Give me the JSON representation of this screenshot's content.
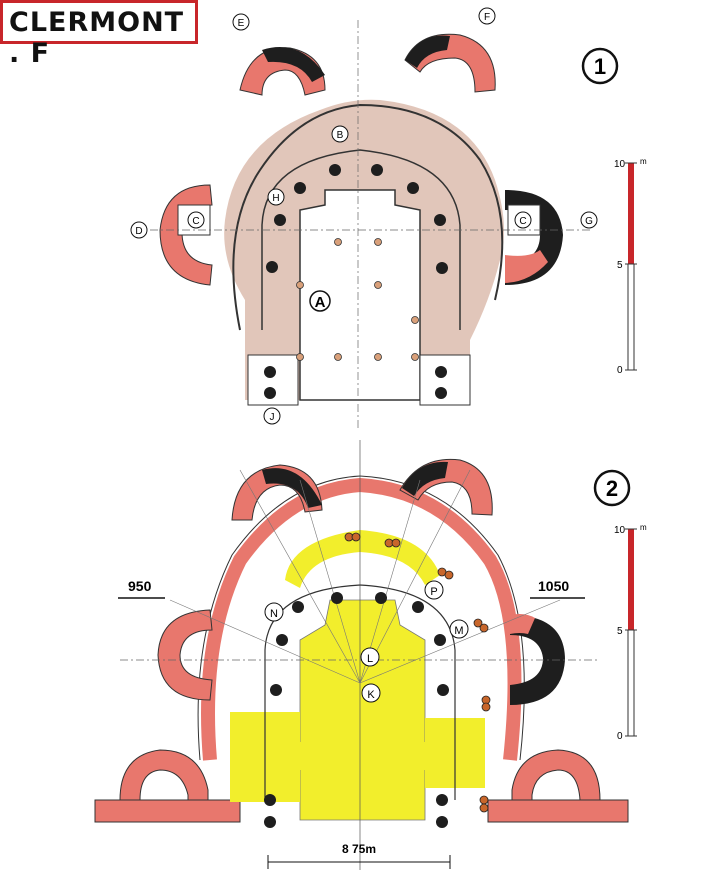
{
  "title": "CLERMONT . F",
  "colors": {
    "masonry_red": "#e8776d",
    "masonry_black": "#1e1e1e",
    "earth_pink": "#dcbcae",
    "excavation_yellow": "#f2ee2c",
    "column_orange": "#c8662b",
    "scale_red": "#c8262a",
    "line": "#333333"
  },
  "plan1": {
    "number": "1",
    "labels": {
      "A": "A",
      "B": "B",
      "C": "C",
      "D": "D",
      "E": "E",
      "F": "F",
      "G": "G",
      "H": "H",
      "J": "J"
    },
    "scale": {
      "top": "10",
      "unit": "m",
      "mid": "5",
      "bottom": "0"
    }
  },
  "plan2": {
    "number": "2",
    "labels": {
      "K": "K",
      "L": "L",
      "M": "M",
      "N": "N",
      "P": "P"
    },
    "left_date": "950",
    "right_date": "1050",
    "dimension": "8 75m",
    "scale": {
      "top": "10",
      "unit": "m",
      "mid": "5",
      "bottom": "0"
    }
  }
}
